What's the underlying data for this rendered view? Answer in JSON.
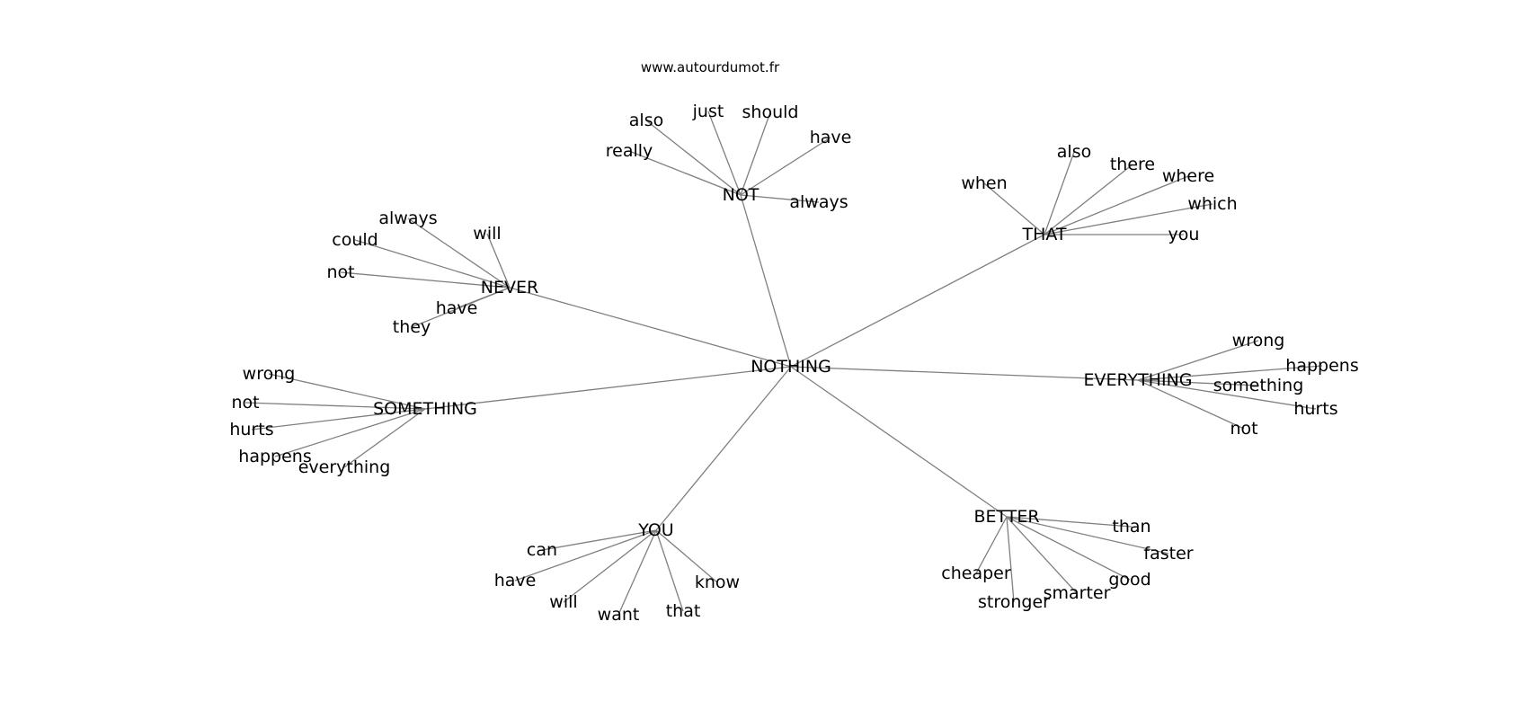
{
  "source": "www.autourdumot.fr",
  "center": "NOTHING",
  "branches": [
    {
      "word": "NOT",
      "leaves": [
        "also",
        "just",
        "should",
        "have",
        "really",
        "always"
      ]
    },
    {
      "word": "THAT",
      "leaves": [
        "also",
        "there",
        "when",
        "where",
        "which",
        "you"
      ]
    },
    {
      "word": "NEVER",
      "leaves": [
        "always",
        "will",
        "could",
        "not",
        "have",
        "they"
      ]
    },
    {
      "word": "EVERYTHING",
      "leaves": [
        "wrong",
        "happens",
        "something",
        "hurts",
        "not"
      ]
    },
    {
      "word": "SOMETHING",
      "leaves": [
        "wrong",
        "not",
        "hurts",
        "happens",
        "everything"
      ]
    },
    {
      "word": "YOU",
      "leaves": [
        "can",
        "have",
        "will",
        "want",
        "that",
        "know"
      ]
    },
    {
      "word": "BETTER",
      "leaves": [
        "than",
        "faster",
        "cheaper",
        "good",
        "smarter",
        "stronger"
      ]
    }
  ]
}
